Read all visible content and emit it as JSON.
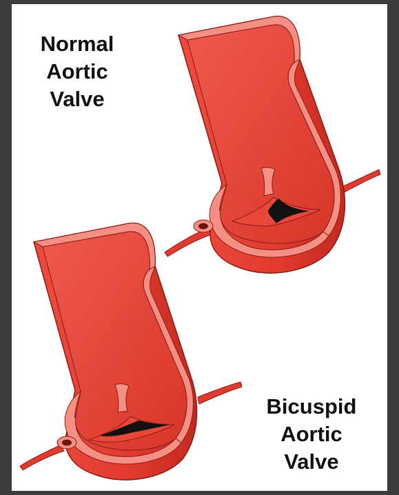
{
  "captions": {
    "normal": [
      "Normal",
      "Aortic",
      "Valve"
    ],
    "bicuspid": [
      "Bicuspid",
      "Aortic",
      "Valve"
    ]
  },
  "colors": {
    "background_border": "#3c3c3c",
    "panel": "#ffffff",
    "vessel_wall": "#e23a2e",
    "vessel_shadow": "#c92a20",
    "cut_surface": "#f48f84",
    "outline": "#8a1a12",
    "valve_opening": "#111111",
    "caption_text": "#111111"
  },
  "icons": {
    "normal_valve": "normal-aortic-valve-illustration",
    "bicuspid_valve": "bicuspid-aortic-valve-illustration"
  }
}
